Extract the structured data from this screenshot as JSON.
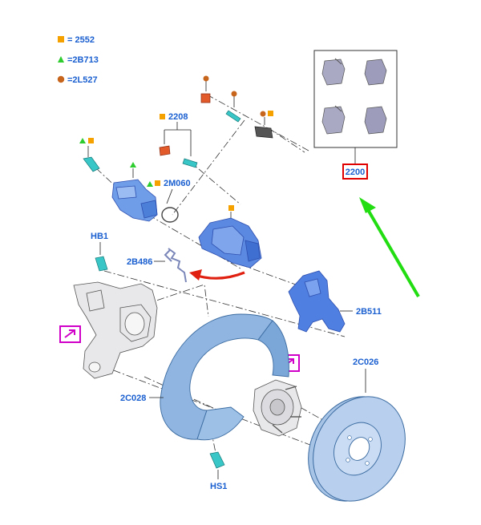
{
  "legend": [
    {
      "symbol": "square",
      "color": "#f5a200",
      "text": "= 2552"
    },
    {
      "symbol": "triangle",
      "color": "#2ecc2e",
      "text": "=2B713"
    },
    {
      "symbol": "circle",
      "color": "#c8651d",
      "text": "=2L527"
    }
  ],
  "callouts": {
    "c2208": "2208",
    "c2200": "2200",
    "c2M060": "2M060",
    "cHB1": "HB1",
    "c2B486": "2B486",
    "c2B511": "2B511",
    "c2C026": "2C026",
    "c2C028": "2C028",
    "cHS1": "HS1"
  },
  "colors": {
    "label": "#1a5fd0",
    "highlight_box": "#e00000",
    "green_arrow": "#22dd11",
    "red_arrow": "#e02010",
    "magenta_box": "#d000c8"
  },
  "icons": [
    "expand-icon",
    "expand-icon"
  ]
}
